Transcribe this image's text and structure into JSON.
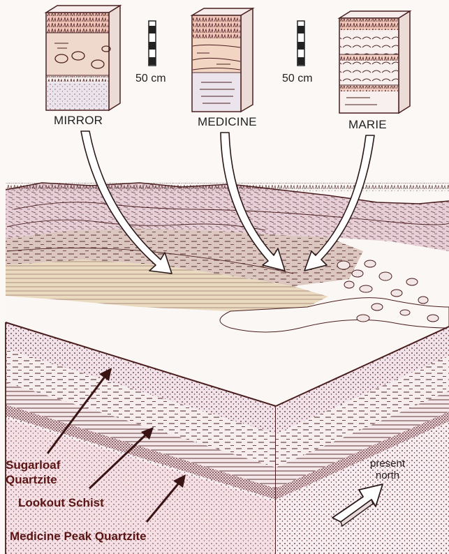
{
  "sections": [
    {
      "name": "MIRROR"
    },
    {
      "name": "MEDICINE"
    },
    {
      "name": "MARIE"
    }
  ],
  "scale_bars": [
    {
      "label": "50 cm"
    },
    {
      "label": "50 cm"
    }
  ],
  "units": [
    {
      "line1": "Sugarloaf",
      "line2": "Quartzite"
    },
    {
      "line1": "Lookout Schist"
    },
    {
      "line1": "Medicine Peak Quartzite"
    }
  ],
  "compass": {
    "line1": "present",
    "line2": "north"
  },
  "colors": {
    "ink": "#4a1e1e",
    "label_text": "#5a1414",
    "pink_wash": "#f2c6c6",
    "tan_wash": "#e8d2b0",
    "paper": "#fbf8f5"
  }
}
